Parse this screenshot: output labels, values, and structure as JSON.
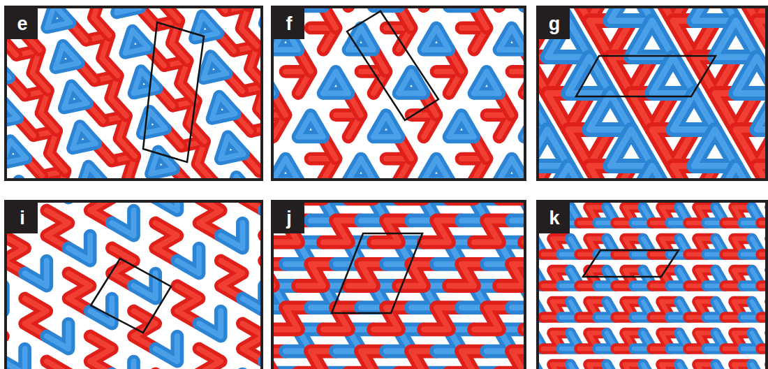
{
  "diagram": {
    "labels": [
      "e",
      "f",
      "g",
      "i",
      "j",
      "k"
    ]
  }
}
